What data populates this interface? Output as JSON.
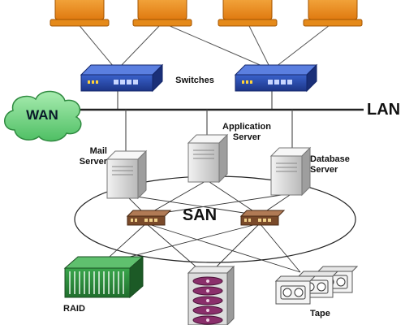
{
  "labels": {
    "switches": "Switches",
    "wan": "WAN",
    "lan": "LAN",
    "mail_server": "Mail\nServer",
    "application_server": "Application\nServer",
    "database_server": "Database\nServer",
    "san": "SAN",
    "raid": "RAID",
    "tape": "Tape"
  },
  "colors": {
    "monitor_orange": "#f29a1a",
    "switch_blue": "#2747a8",
    "cloud_green": "#7bd88a",
    "san_switch_brown": "#8a5a3a",
    "disk_purple": "#8a2f6b",
    "raid_green": "#2e8b3e",
    "server_gray": "#d8d8d8"
  },
  "icons": [
    "monitor-icon",
    "network-switch-icon",
    "cloud-icon",
    "server-icon",
    "san-switch-icon",
    "raid-array-icon",
    "disk-stack-icon",
    "tape-library-icon"
  ]
}
